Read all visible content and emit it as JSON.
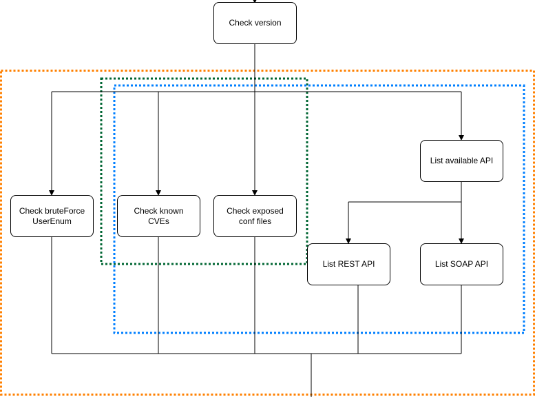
{
  "colors": {
    "orange_group": "#ff8000",
    "green_group": "#006633",
    "blue_group": "#007fff",
    "line": "#000000"
  },
  "nodes": {
    "check_version": "Check version",
    "check_bruteforce": "Check bruteForce\nUserEnum",
    "check_cves": "Check known\nCVEs",
    "check_conf": "Check exposed\nconf files",
    "list_api": "List available API",
    "list_rest": "List REST API",
    "list_soap": "List SOAP API"
  }
}
